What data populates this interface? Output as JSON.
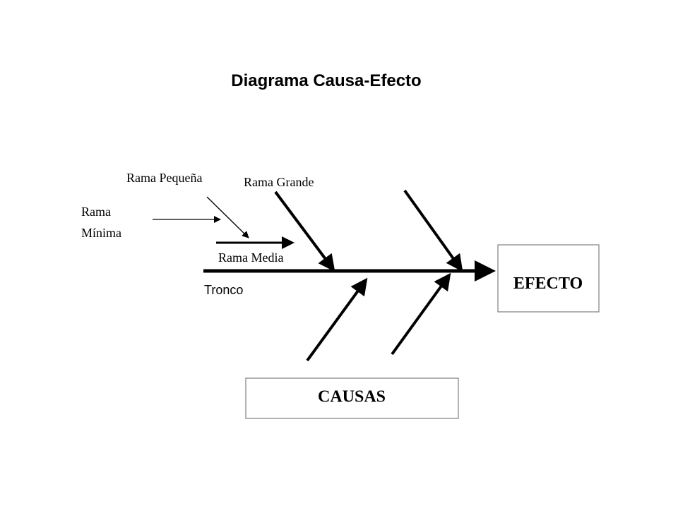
{
  "title": "Diagrama Causa-Efecto",
  "labels": {
    "rama_pequena": "Rama Pequeña",
    "rama_grande": "Rama Grande",
    "rama_minima_line1": "Rama",
    "rama_minima_line2": "Mínima",
    "rama_media": "Rama Media",
    "tronco": "Tronco"
  },
  "boxes": {
    "efecto": "EFECTO",
    "causas": "CAUSAS"
  },
  "colors": {
    "ink": "#000000",
    "box_border": "#7f7f7f",
    "background": "#ffffff"
  }
}
